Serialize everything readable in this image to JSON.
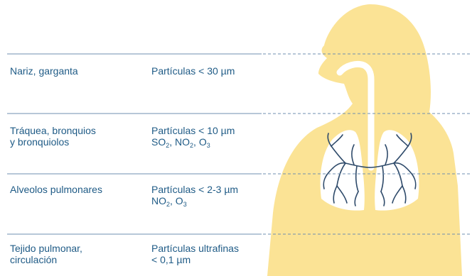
{
  "colors": {
    "body": "#fbe395",
    "lung": "#ffffff",
    "bronchi": "#2e4a6a",
    "text": "#1f5b86",
    "rule": "#6f8fb0"
  },
  "rows": [
    {
      "label_lines": [
        "Nariz, garganta"
      ],
      "value_lines": [
        [
          {
            "t": "Partículas < 30 µm"
          }
        ]
      ]
    },
    {
      "label_lines": [
        "Tráquea, bronquios",
        "y bronquiolos"
      ],
      "value_lines": [
        [
          {
            "t": "Partículas < 10 µm"
          }
        ],
        [
          {
            "t": "SO"
          },
          {
            "t": "2",
            "sub": true
          },
          {
            "t": ", NO"
          },
          {
            "t": "2",
            "sub": true
          },
          {
            "t": ", O"
          },
          {
            "t": "3",
            "sub": true
          }
        ]
      ]
    },
    {
      "label_lines": [
        "Alveolos pulmonares"
      ],
      "value_lines": [
        [
          {
            "t": "Partículas < 2-3 µm"
          }
        ],
        [
          {
            "t": "NO"
          },
          {
            "t": "2",
            "sub": true
          },
          {
            "t": ", O"
          },
          {
            "t": "3",
            "sub": true
          }
        ]
      ]
    },
    {
      "label_lines": [
        "Tejido pulmonar,",
        "circulación"
      ],
      "value_lines": [
        [
          {
            "t": "Partículas ultrafinas"
          }
        ],
        [
          {
            "t": "< 0,1 µm"
          }
        ]
      ]
    }
  ]
}
